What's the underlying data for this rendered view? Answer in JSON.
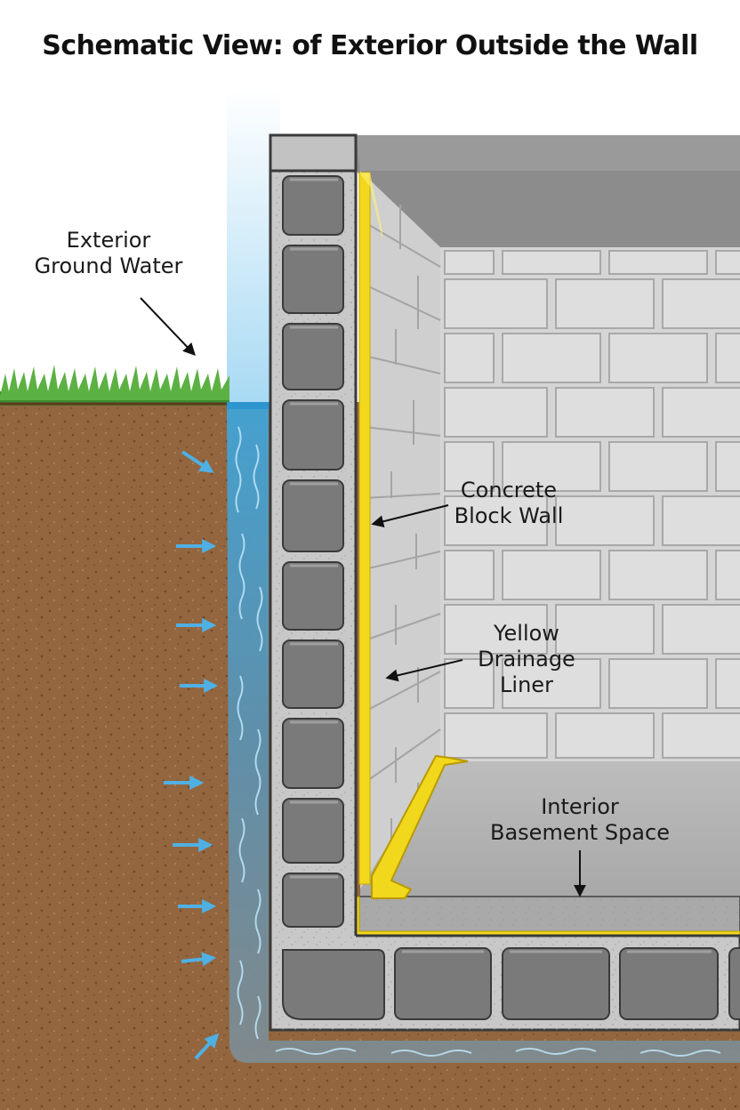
{
  "title": "Schematic View: of Exterior Outside the Wall",
  "labels": {
    "ground_water": [
      "Exterior",
      "Ground Water"
    ],
    "block_wall": [
      "Concrete",
      "Block Wall"
    ],
    "drainage_liner": [
      "Yellow",
      "Drainage",
      "Liner"
    ],
    "basement_space": [
      "Interior",
      "Basement Space"
    ]
  },
  "colors": {
    "soil": "#93663f",
    "grass": "#4fa23a",
    "water": "#3ea6dc",
    "concrete": "#c8c8c8",
    "block_cavity": "#7a7a7a",
    "liner": "#f2d81c",
    "brick": "#d9d9d9",
    "floor": "#b3b3b3"
  },
  "icons": [
    "water-flow-arrow-icon",
    "water-ripple-icon",
    "pointer-arrow-icon"
  ]
}
